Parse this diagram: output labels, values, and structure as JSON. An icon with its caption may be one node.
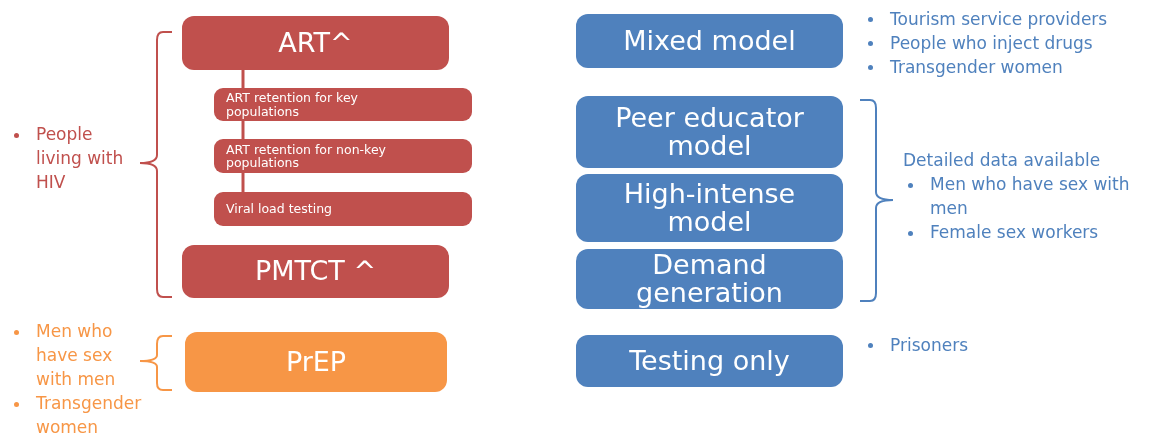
{
  "diagram": {
    "nodes": [
      {
        "text": [
          "ART^"
        ]
      },
      {
        "text": [
          "ART retention for key populations"
        ]
      },
      {
        "text": [
          "ART retention for non-key populations"
        ]
      },
      {
        "text": [
          "Viral load testing"
        ]
      },
      {
        "text": [
          "PMTCT ^"
        ]
      },
      {
        "text": [
          "PrEP"
        ]
      },
      {
        "text": [
          "Mixed model"
        ],
        "beside": [
          "Tourism service providers",
          "People who inject drugs",
          "Transgender women"
        ]
      },
      {
        "text": [
          "Peer educator model"
        ]
      },
      {
        "text": [
          "High-intense model"
        ]
      },
      {
        "text": [
          "Demand generation"
        ]
      },
      {
        "text": [
          "Testing only"
        ],
        "beside": [
          "Prisoners"
        ]
      }
    ],
    "edges": [
      {
        "from": 0,
        "to": 1,
        "arrow": "none"
      },
      {
        "from": 1,
        "to": 2,
        "arrow": "none"
      },
      {
        "from": 2,
        "to": 3,
        "arrow": "none"
      }
    ],
    "labels": [
      "People living with HIV",
      "Men who have sex with men",
      "Transgender women",
      "Detailed data available",
      "Men who have sex with men",
      "Female sex workers"
    ]
  }
}
